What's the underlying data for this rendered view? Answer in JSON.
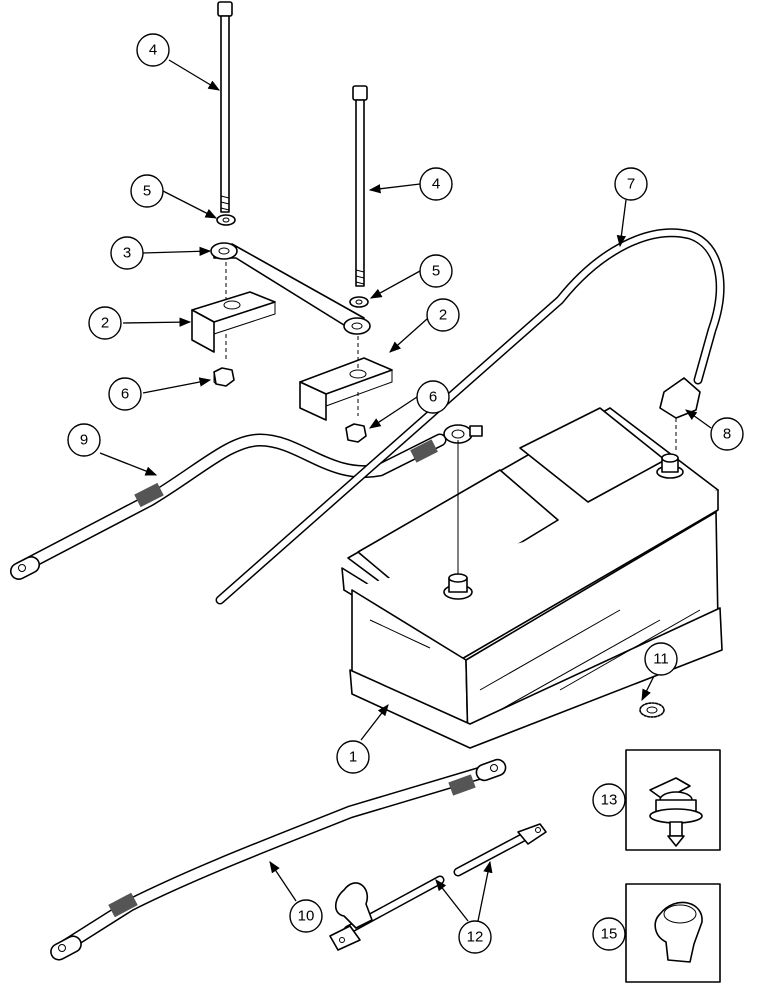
{
  "callouts": [
    {
      "id": "c1",
      "label": "1"
    },
    {
      "id": "c2a",
      "label": "2"
    },
    {
      "id": "c2b",
      "label": "2"
    },
    {
      "id": "c3",
      "label": "3"
    },
    {
      "id": "c4a",
      "label": "4"
    },
    {
      "id": "c4b",
      "label": "4"
    },
    {
      "id": "c5a",
      "label": "5"
    },
    {
      "id": "c5b",
      "label": "5"
    },
    {
      "id": "c6a",
      "label": "6"
    },
    {
      "id": "c6b",
      "label": "6"
    },
    {
      "id": "c7",
      "label": "7"
    },
    {
      "id": "c8",
      "label": "8"
    },
    {
      "id": "c9",
      "label": "9"
    },
    {
      "id": "c10",
      "label": "10"
    },
    {
      "id": "c11",
      "label": "11"
    },
    {
      "id": "c12",
      "label": "12"
    },
    {
      "id": "c13",
      "label": "13"
    },
    {
      "id": "c15",
      "label": "15"
    }
  ]
}
